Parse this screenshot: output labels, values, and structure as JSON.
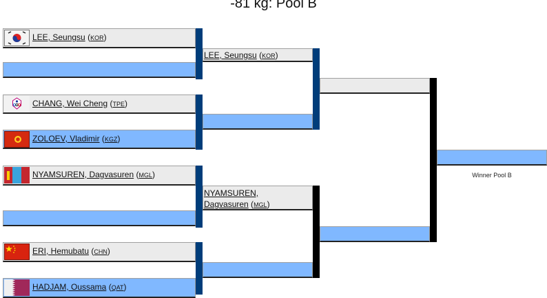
{
  "page": {
    "title": "-81 kg: Pool B",
    "winner_label": "Winner Pool B"
  },
  "colors": {
    "winner_slot": "#80b8ff",
    "loser_slot": "#ebebeb",
    "connector_round1": "#003d7a",
    "connector_round2": "#000000"
  },
  "round1": [
    {
      "name": "LEE, Seungsu",
      "country": "KOR",
      "flag": "korea-flag-icon"
    },
    {
      "name": "",
      "country": "",
      "flag": ""
    },
    {
      "name": "CHANG, Wei Cheng",
      "country": "TPE",
      "flag": "chinese-taipei-flag-icon"
    },
    {
      "name": "ZOLOEV, Vladimir",
      "country": "KGZ",
      "flag": "kyrgyzstan-flag-icon"
    },
    {
      "name": "NYAMSUREN, Dagvasuren",
      "country": "MGL",
      "flag": "mongolia-flag-icon"
    },
    {
      "name": "",
      "country": "",
      "flag": ""
    },
    {
      "name": "ERI, Hemubatu",
      "country": "CHN",
      "flag": "china-flag-icon"
    },
    {
      "name": "HADJAM, Oussama",
      "country": "QAT",
      "flag": "qatar-flag-icon"
    }
  ],
  "round2": [
    {
      "name_line1": "LEE, Seungsu",
      "name_line2": "",
      "country": "KOR"
    },
    {
      "name_line1": "",
      "name_line2": "",
      "country": ""
    },
    {
      "name_line1": "NYAMSUREN,",
      "name_line2": "Dagvasuren",
      "country": "MGL"
    },
    {
      "name_line1": "",
      "name_line2": "",
      "country": ""
    }
  ],
  "round3": [
    {
      "name": "",
      "country": ""
    },
    {
      "name": "",
      "country": ""
    }
  ],
  "final": {
    "name": "",
    "country": ""
  }
}
